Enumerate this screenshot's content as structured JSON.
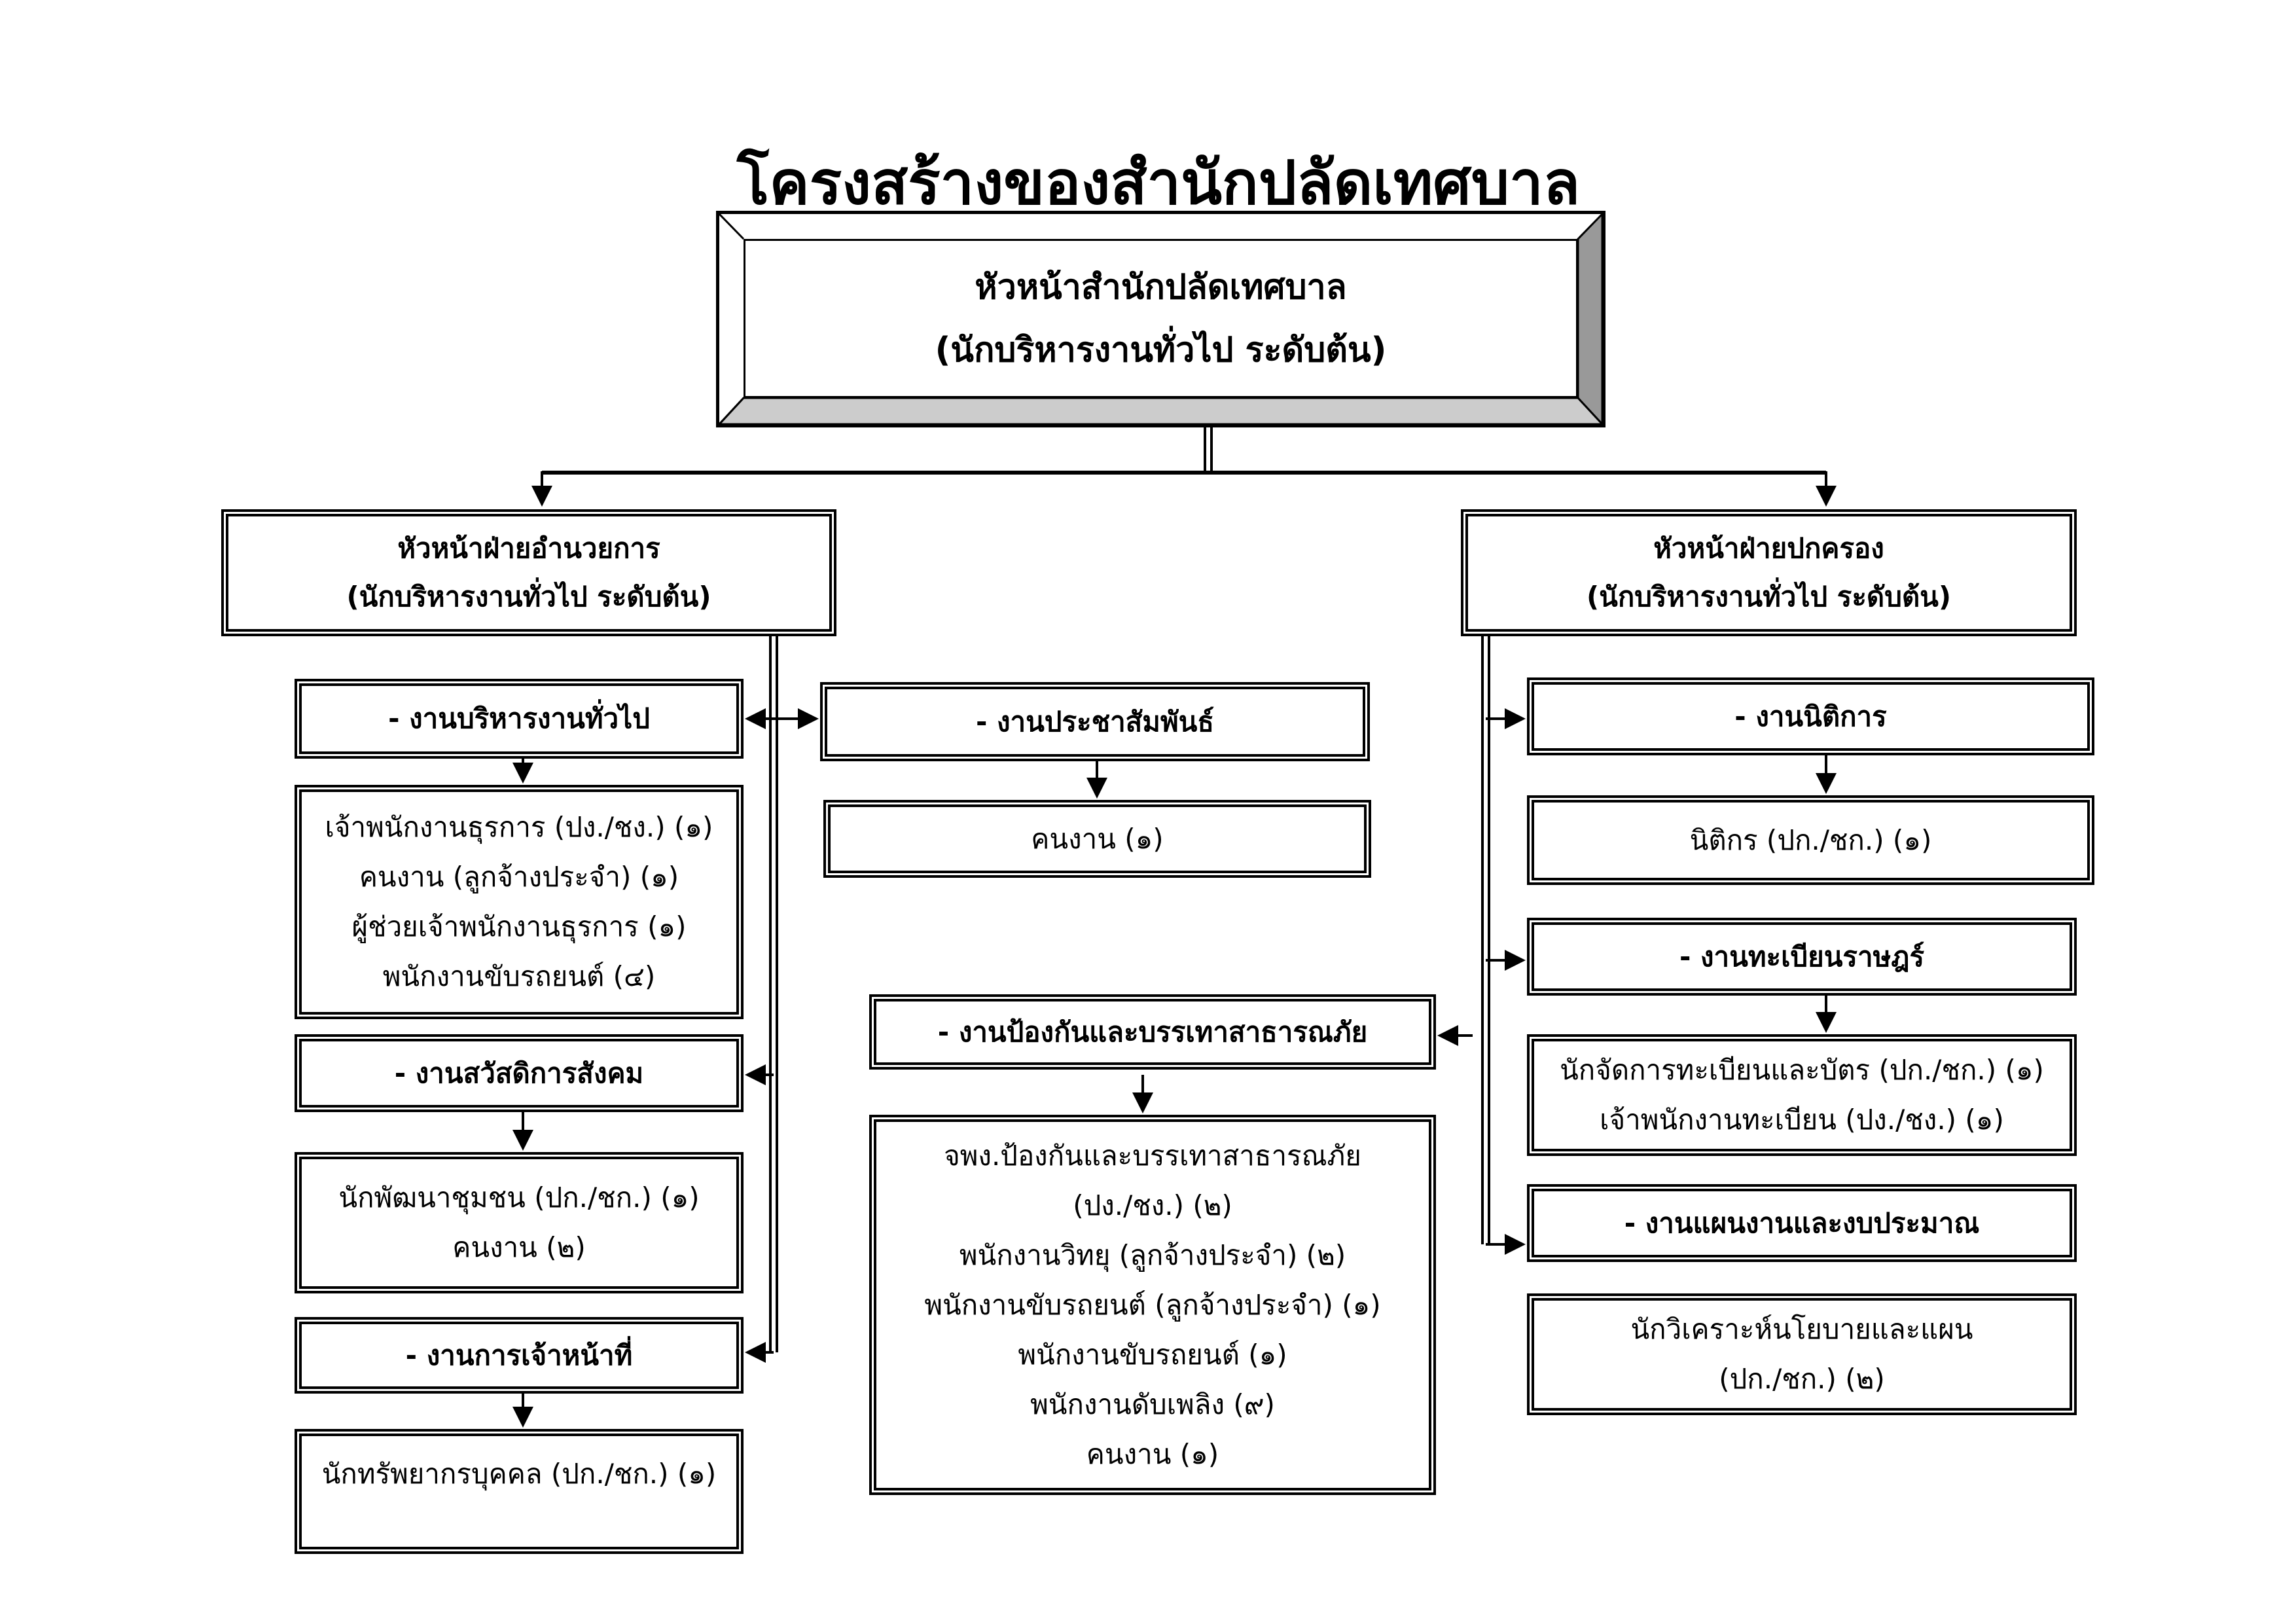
{
  "title": "โครงสร้างของสำนักปลัดเทศบาล",
  "head": {
    "line1": "หัวหน้าสำนักปลัดเทศบาล",
    "line2": "(นักบริหารงานทั่วไป  ระดับต้น)"
  },
  "left_division": {
    "line1": "หัวหน้าฝ่ายอำนวยการ",
    "line2": "(นักบริหารงานทั่วไป ระดับต้น)",
    "units": [
      {
        "name": "- งานบริหารงานทั่วไป",
        "staff": [
          "เจ้าพนักงานธุรการ (ปง./ชง.) (๑)",
          "คนงาน (ลูกจ้างประจำ) (๑)",
          "ผู้ช่วยเจ้าพนักงานธุรการ (๑)",
          "พนักงานขับรถยนต์ (๔)"
        ]
      },
      {
        "name": "- งานสวัสดิการสังคม",
        "staff": [
          "นักพัฒนาชุมชน (ปก./ชก.) (๑)",
          "คนงาน (๒)"
        ]
      },
      {
        "name": "- งานการเจ้าหน้าที่",
        "staff": [
          "นักทรัพยากรบุคคล (ปก./ชก.) (๑)"
        ]
      },
      {
        "name": "- งานประชาสัมพันธ์",
        "staff": [
          "คนงาน (๑)"
        ]
      }
    ]
  },
  "right_division": {
    "line1": "หัวหน้าฝ่ายปกครอง",
    "line2": "(นักบริหารงานทั่วไป ระดับต้น)",
    "units": [
      {
        "name": "- งานนิติการ",
        "staff": [
          "นิติกร (ปก./ชก.) (๑)"
        ]
      },
      {
        "name": "- งานทะเบียนราษฎร์",
        "staff": [
          "นักจัดการทะเบียนและบัตร (ปก./ชก.) (๑)",
          "เจ้าพนักงานทะเบียน (ปง./ชง.) (๑)"
        ]
      },
      {
        "name": "- งานแผนงานและงบประมาณ",
        "staff": [
          "นักวิเคราะห์นโยบายและแผน",
          "(ปก./ชก.) (๒)"
        ]
      },
      {
        "name": "- งานป้องกันและบรรเทาสาธารณภัย",
        "staff": [
          "จพง.ป้องกันและบรรเทาสาธารณภัย",
          "(ปง./ชง.) (๒)",
          "พนักงานวิทยุ (ลูกจ้างประจำ) (๒)",
          "พนักงานขับรถยนต์ (ลูกจ้างประจำ) (๑)",
          "พนักงานขับรถยนต์ (๑)",
          "พนักงานดับเพลิง (๙)",
          "คนงาน (๑)"
        ]
      }
    ]
  }
}
